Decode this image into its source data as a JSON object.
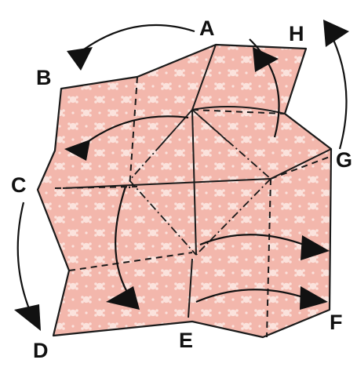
{
  "diagram": {
    "labels": {
      "A": "A",
      "B": "B",
      "C": "C",
      "D": "D",
      "E": "E",
      "F": "F",
      "G": "G",
      "H": "H"
    },
    "colors": {
      "paper": "#f3b7ac",
      "pattern": "#fbe2dc",
      "line": "#1a1a1a",
      "arrow": "#111111"
    }
  }
}
